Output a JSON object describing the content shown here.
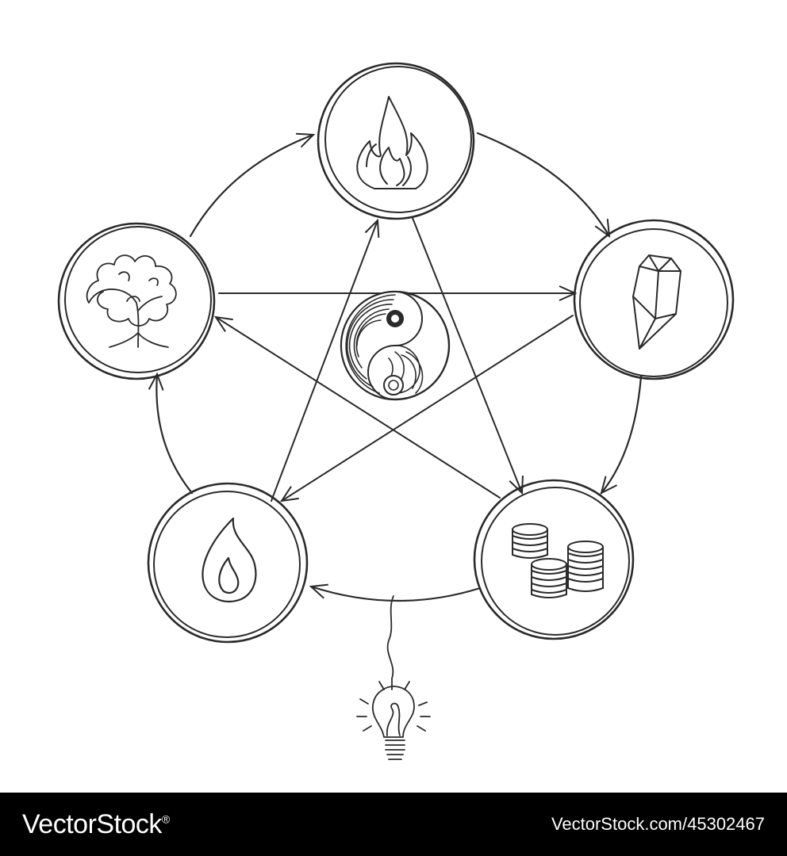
{
  "diagram": {
    "center_symbol": "yin-yang-icon",
    "elements": [
      {
        "id": "fire",
        "icon": "flame-icon"
      },
      {
        "id": "metal",
        "icon": "crystal-icon"
      },
      {
        "id": "earth",
        "icon": "coins-icon"
      },
      {
        "id": "water",
        "icon": "water-drop-icon"
      },
      {
        "id": "wood",
        "icon": "tree-icon"
      }
    ],
    "generating_cycle": [
      "fire",
      "metal",
      "earth",
      "water",
      "wood",
      "fire"
    ],
    "bottom_icon": "lightbulb-icon",
    "ink_color": "#2a2a2a"
  },
  "watermark": {
    "brand": "VectorStock",
    "registered_mark": "®",
    "image_id": "VectorStock.com/45302467"
  }
}
